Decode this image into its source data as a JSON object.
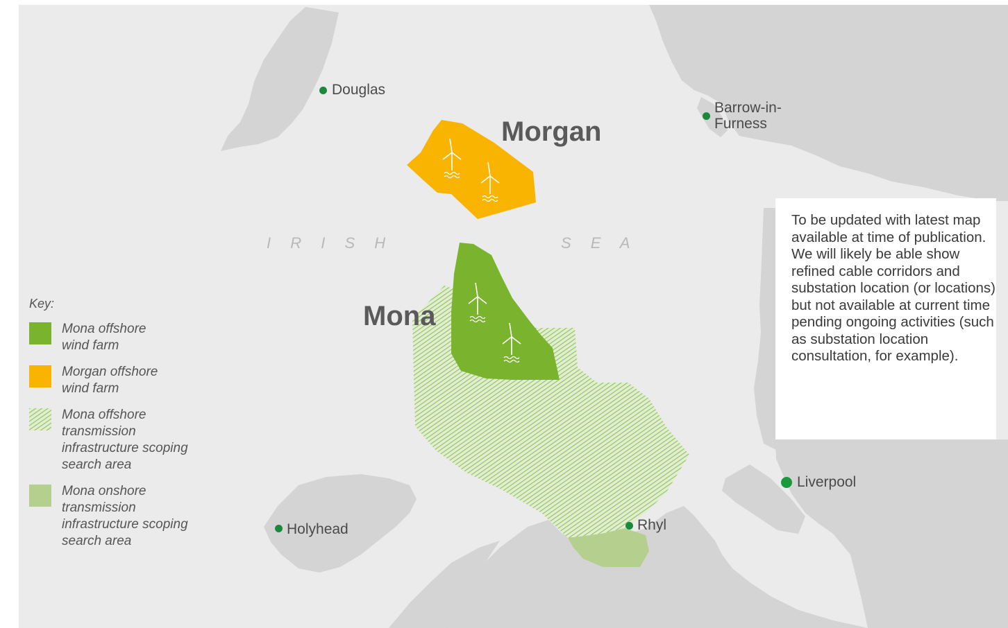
{
  "colors": {
    "sea": "#ebebeb",
    "land": "#d4d4d4",
    "mona_farm": "#7ab32e",
    "morgan_farm": "#f8b400",
    "offshore_search": "#a5cc72",
    "onshore_search": "#b5d08e",
    "place_dot": "#1a8a3a"
  },
  "sea_label": {
    "left": "I R I S H",
    "right": "S E A"
  },
  "farms": {
    "morgan": "Morgan",
    "mona": "Mona"
  },
  "places": [
    {
      "id": "douglas",
      "name": "Douglas"
    },
    {
      "id": "barrow",
      "name": "Barrow-in-\nFurness"
    },
    {
      "id": "liverpool",
      "name": "Liverpool"
    },
    {
      "id": "holyhead",
      "name": "Holyhead"
    },
    {
      "id": "rhyl",
      "name": "Rhyl"
    }
  ],
  "legend": {
    "title": "Key:",
    "items": [
      {
        "label": "Mona offshore\nwind farm",
        "swatch": "mona-farm"
      },
      {
        "label": "Morgan offshore\nwind farm",
        "swatch": "morgan-farm"
      },
      {
        "label": "Mona offshore\ntransmission\ninfrastructure scoping\nsearch area",
        "swatch": "offshore-search"
      },
      {
        "label": "Mona onshore\ntransmission\ninfrastructure scoping\nsearch area",
        "swatch": "onshore-search"
      }
    ]
  },
  "note": {
    "text": "To be updated with latest map available at time of publication. We will likely be able show refined cable corridors and substation location (or locations) but not available at current time pending ongoing activities (such as substation location consultation, for example)."
  },
  "icons": {
    "turbine": "wind-turbine-icon"
  }
}
